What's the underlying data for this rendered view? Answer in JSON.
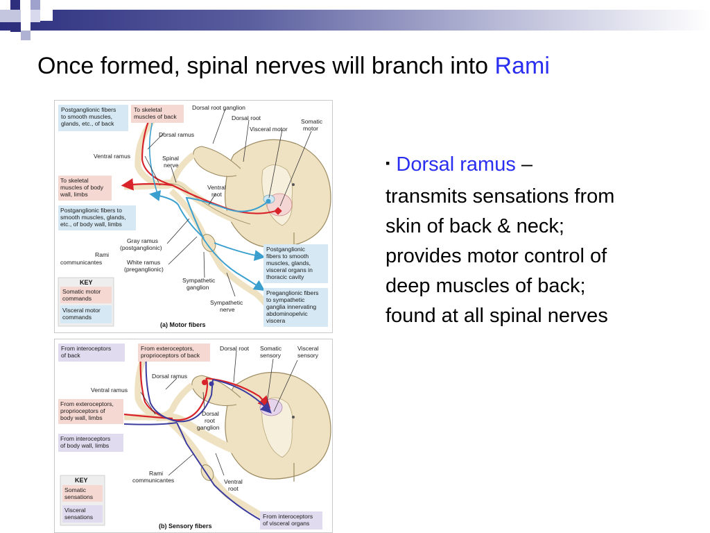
{
  "slide": {
    "title_main": "Once formed, spinal nerves will branch into",
    "title_accent": "Rami",
    "bullet": {
      "marker": "▪",
      "term": "Dorsal ramus",
      "dash": " –",
      "lines": [
        "transmits sensations from",
        "skin of back & neck;",
        "provides motor control of",
        "deep muscles of back;",
        "found at all spinal nerves"
      ]
    }
  },
  "figure_a": {
    "caption": "(a) Motor fibers",
    "box_postgang_back": [
      "Postganglionic fibers",
      "to smooth muscles,",
      "glands, etc., of back"
    ],
    "box_skeletal_back": [
      "To skeletal",
      "muscles of back"
    ],
    "box_skeletal_body": [
      "To skeletal",
      "muscles of body",
      "wall, limbs"
    ],
    "box_postgang_body": [
      "Postganglionic fibers to",
      "smooth muscles, glands,",
      "etc., of body wall, limbs"
    ],
    "box_postgang_thoracic": [
      "Postganglionic",
      "fibers to smooth",
      "muscles, glands,",
      "visceral organs in",
      "thoracic cavity"
    ],
    "box_pregang": [
      "Preganglionic fibers",
      "to sympathetic",
      "ganglia innervating",
      "abdominopelvic",
      "viscera"
    ],
    "dorsal_root_ganglion": "Dorsal root ganglion",
    "dorsal_root": "Dorsal root",
    "visceral_motor": "Visceral motor",
    "somatic_motor": [
      "Somatic",
      "motor"
    ],
    "dorsal_ramus": "Dorsal ramus",
    "ventral_ramus": "Ventral ramus",
    "spinal_nerve": [
      "Spinal",
      "nerve"
    ],
    "ventral_root": [
      "Ventral",
      "root"
    ],
    "gray_ramus": [
      "Gray ramus",
      "(postganglionic)"
    ],
    "rami_communicantes": [
      "Rami",
      "communicantes"
    ],
    "white_ramus": [
      "White ramus",
      "(preganglionic)"
    ],
    "sympathetic_ganglion": [
      "Sympathetic",
      "ganglion"
    ],
    "sympathetic_nerve": [
      "Sympathetic",
      "nerve"
    ],
    "key_title": "KEY",
    "key_somatic": [
      "Somatic motor",
      "commands"
    ],
    "key_visceral": [
      "Visceral motor",
      "commands"
    ]
  },
  "figure_b": {
    "caption": "(b) Sensory fibers",
    "box_intero_back": [
      "From interoceptors",
      "of back"
    ],
    "box_extero_back": [
      "From exteroceptors,",
      "proprioceptors of back"
    ],
    "box_extero_body": [
      "From exteroceptors,",
      "proprioceptors of",
      "body wall, limbs"
    ],
    "box_intero_body": [
      "From interoceptors",
      "of body wall, limbs"
    ],
    "box_intero_visceral": [
      "From interoceptors",
      "of visceral organs"
    ],
    "dorsal_root": "Dorsal root",
    "somatic_sensory": [
      "Somatic",
      "sensory"
    ],
    "visceral_sensory": [
      "Visceral",
      "sensory"
    ],
    "dorsal_ramus": "Dorsal ramus",
    "ventral_ramus": "Ventral ramus",
    "dorsal_root_ganglion": [
      "Dorsal",
      "root",
      "ganglion"
    ],
    "rami_communicantes": [
      "Rami",
      "communicantes"
    ],
    "ventral_root": [
      "Ventral",
      "root"
    ],
    "key_title": "KEY",
    "key_somatic": [
      "Somatic",
      "sensations"
    ],
    "key_visceral": [
      "Visceral",
      "sensations"
    ]
  },
  "colors": {
    "accent_blue": "#2a2ef0",
    "somatic_red": "#d8232a",
    "visceral_blue": "#3a9fcf",
    "sensory_purple": "#3c3c9e",
    "tissue_tan": "#eee2c2"
  }
}
